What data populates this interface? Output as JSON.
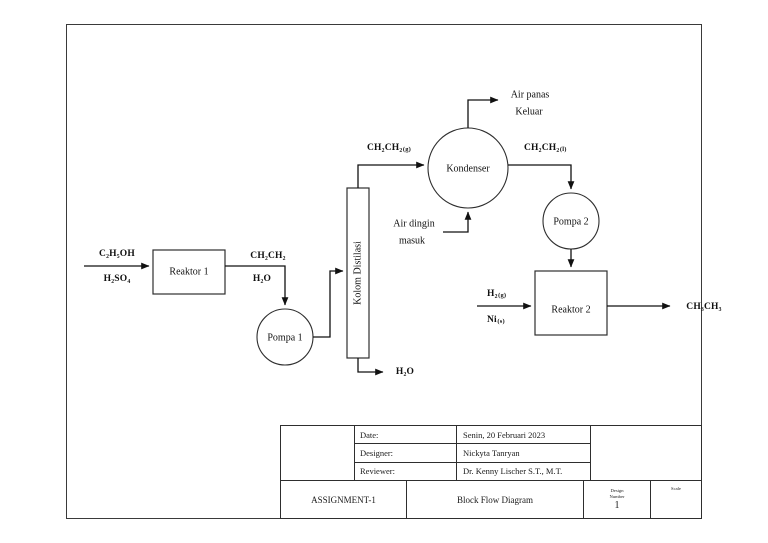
{
  "diagram": {
    "title": "Block Flow Diagram",
    "frame_color": "#3a3a3a",
    "line_color": "#111111",
    "units": {
      "reactor1": "Reaktor 1",
      "pump1": "Pompa 1",
      "column": "Kolom Distilasi",
      "condenser": "Kondenser",
      "pump2": "Pompa 2",
      "reactor2": "Reaktor 2"
    },
    "streams": {
      "feed_ethanol": "C₂H₅OH",
      "feed_acid": "H₂SO₄",
      "reactor1_out_ethylene": "CH₂CH₂",
      "reactor1_out_water": "H₂O",
      "column_top_vapor": "CH₂CH₂ (g)",
      "column_bottom_water": "H₂O",
      "condenser_out_liquid": "CH₂CH₂ (l)",
      "cooling_water_in": "Air dingin masuk",
      "hot_water_out": "Air panas Keluar",
      "hydrogen_feed": "H₂ (g)",
      "nickel_catalyst": "Ni (s)",
      "product_ethane": "CH₃CH₃"
    },
    "stream_parts": {
      "column_top_vapor_base": "CH₂CH₂",
      "column_top_vapor_phase": "(g)",
      "condenser_out_base": "CH₂CH₂",
      "condenser_out_phase": "(l)",
      "hydrogen_base": "H₂",
      "hydrogen_phase": "(g)",
      "nickel_base": "Ni",
      "nickel_phase": "(s)",
      "cooling_water_line1": "Air dingin",
      "cooling_water_line2": "masuk",
      "hot_water_line1": "Air panas",
      "hot_water_line2": "Keluar"
    }
  },
  "title_block": {
    "rows": [
      {
        "key": "Date:",
        "value": "Senin, 20 Februari 2023"
      },
      {
        "key": "Designer:",
        "value": "Nickyta Tanryan"
      },
      {
        "key": "Reviewer:",
        "value": "Dr. Kenny Lischer S.T., M.T."
      }
    ],
    "assignment": "ASSIGNMENT-1",
    "diagram_title": "Block Flow Diagram",
    "design_number_label_line1": "Design",
    "design_number_label_line2": "Number",
    "design_number_value": "1",
    "scale_label": "Scale",
    "scale_value": ""
  }
}
